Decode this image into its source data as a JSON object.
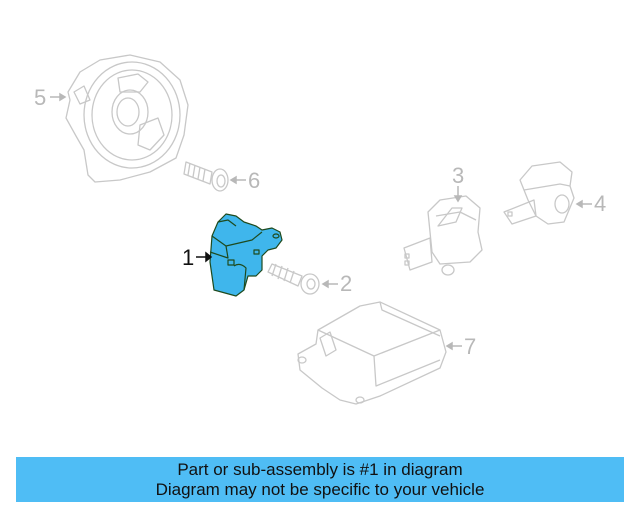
{
  "diagram": {
    "highlight_color": "#3fb6ec",
    "outline_color": "#1e4a1e",
    "ghost_color": "#c8c8c8",
    "callouts": [
      {
        "num": "1",
        "label": "1",
        "part": "impact-sensor",
        "active": true
      },
      {
        "num": "2",
        "label": "2",
        "part": "screw"
      },
      {
        "num": "3",
        "label": "3",
        "part": "side-impact-sensor"
      },
      {
        "num": "4",
        "label": "4",
        "part": "front-impact-sensor"
      },
      {
        "num": "5",
        "label": "5",
        "part": "clockspring"
      },
      {
        "num": "6",
        "label": "6",
        "part": "bolt"
      },
      {
        "num": "7",
        "label": "7",
        "part": "control-module"
      }
    ]
  },
  "banner": {
    "line1": "Part or sub-assembly is #1 in diagram",
    "line2": "Diagram may not be specific to your vehicle",
    "color": "#4fbdf5"
  }
}
